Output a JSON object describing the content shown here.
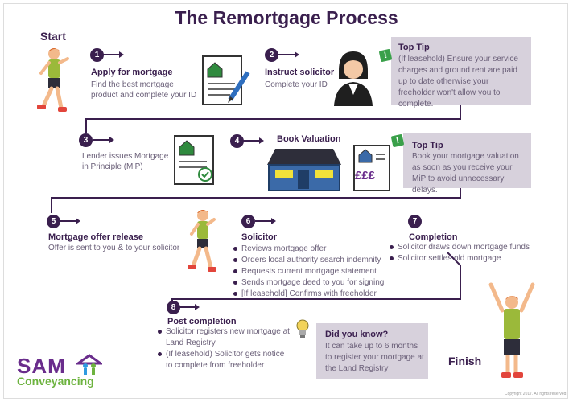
{
  "title": "The Remortgage Process",
  "start_label": "Start",
  "finish_label": "Finish",
  "steps": [
    {
      "num": "1",
      "title": "Apply for mortgage",
      "text": "Find the best mortgage product and complete your ID"
    },
    {
      "num": "2",
      "title": "Instruct solicitor",
      "text": "Complete your ID"
    },
    {
      "num": "3",
      "title": "",
      "text": "Lender issues Mortgage in Principle (MiP)"
    },
    {
      "num": "4",
      "title": "Book Valuation",
      "text": ""
    },
    {
      "num": "5",
      "title": "Mortgage offer release",
      "text": "Offer is sent to you & to your solicitor"
    },
    {
      "num": "6",
      "title": "Solicitor",
      "bullets": [
        "Reviews mortgage offer",
        "Orders local authority search indemnity",
        "Requests current mortgage statement",
        "Sends mortgage deed to you for signing",
        "[If leasehold] Confirms with freeholder"
      ]
    },
    {
      "num": "7",
      "title": "Completion",
      "bullets": [
        "Solicitor draws down mortgage funds",
        "Solicitor settles old mortgage"
      ]
    },
    {
      "num": "8",
      "title": "Post completion",
      "bullets": [
        "Solicitor registers new mortgage at Land Registry",
        "(If leasehold) Solicitor gets notice to complete from freeholder"
      ]
    }
  ],
  "tips": [
    {
      "title": "Top Tip",
      "text": "(If leasehold) Ensure your service charges and ground rent are paid up to date otherwise your freeholder won't allow you to complete."
    },
    {
      "title": "Top Tip",
      "text": "Book your mortgage valuation as soon as you receive your MiP to avoid unnecessary delays."
    },
    {
      "title": "Did you know?",
      "text": "It can take up to 6 months to register your mortgage at the Land Registry"
    }
  ],
  "pound_text": "£££",
  "logo": {
    "sam": "SAM",
    "conveyancing": "Conveyancing"
  },
  "copyright": "Copyright 2017. All rights reserved",
  "colors": {
    "dark_purple": "#3a1f4e",
    "tip_bg": "#d7d1dc",
    "green": "#3aa04a",
    "house_blue": "#3b6aa8"
  }
}
